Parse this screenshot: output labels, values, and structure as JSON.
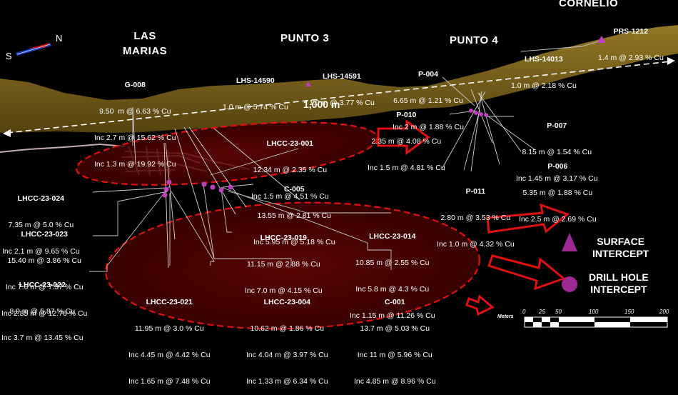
{
  "compass": {
    "south": "S",
    "north": "N"
  },
  "areas": {
    "las_marias": "LAS\nMARIAS",
    "punto3": "PUNTO 3",
    "punto4": "PUNTO 4",
    "cornelio": "CORNELIO"
  },
  "distance_label": "1,000 m",
  "holes": {
    "prs1212": {
      "id": "PRS-1212",
      "lines": [
        "1.4 m @ 2.93 % Cu"
      ]
    },
    "lhs14013": {
      "id": "LHS-14013",
      "lines": [
        "1.0 m @ 2.18 % Cu"
      ]
    },
    "lhs14590": {
      "id": "LHS-14590",
      "lines": [
        "1.0 m @ 5.74 % Cu"
      ]
    },
    "lhs14591": {
      "id": "LHS-14591",
      "lines": [
        "1.0 m @ 3.77 % Cu"
      ]
    },
    "g008": {
      "id": "G-008",
      "lines": [
        "9.50  m @ 6.63 % Cu",
        "Inc 2.7 m @ 15.62 % Cu",
        "Inc 1.3 m @ 19.92 % Cu"
      ]
    },
    "p004": {
      "id": "P-004",
      "lines": [
        "6.65 m @ 1.21 % Cu",
        "Inc 2 m @ 1.88 % Cu"
      ]
    },
    "p010": {
      "id": "P-010",
      "lines": [
        "2.35 m @ 4.08 % Cu",
        "Inc 1.5 m @ 4.81 % Cu"
      ]
    },
    "p007": {
      "id": "P-007",
      "lines": [
        "8.15 m @ 1.54 % Cu",
        "Inc 1.45 m @ 3.17 % Cu"
      ]
    },
    "p006": {
      "id": "P-006",
      "lines": [
        "5.35 m @ 1.88 % Cu",
        "Inc 2.5 m @ 2.69 % Cu"
      ]
    },
    "p011": {
      "id": "P-011",
      "lines": [
        "2.80 m @ 3.53 % Cu",
        "Inc 1.0 m @ 4.32 % Cu"
      ]
    },
    "lhcc23001": {
      "id": "LHCC-23-001",
      "lines": [
        "12.34 m @ 2.35 % Cu",
        "Inc 1.5 m @ 4.51 % Cu"
      ]
    },
    "c005": {
      "id": "C-005",
      "lines": [
        "13.55 m @ 2.81 % Cu",
        "Inc 5.95 m @ 5.18 % Cu"
      ]
    },
    "lhcc23024": {
      "id": "LHCC-23-024",
      "lines": [
        "7.35 m @ 5.0 % Cu",
        "Inc 2.1 m @ 9.65 % Cu"
      ]
    },
    "lhcc23023": {
      "id": "LHCC-23-023",
      "lines": [
        "15.40 m @ 3.86 % Cu",
        "Inc 7.6 m @ 7.37 % Cu",
        "Inc 2.85 m @ 12.76 % Cu"
      ]
    },
    "lhcc23022": {
      "id": "LHCC-23-022",
      "lines": [
        "8.9 m @ 5.87 % Cu",
        "Inc 3.7 m @ 13.45 % Cu"
      ]
    },
    "lhcc23019": {
      "id": "LHCC-23-019",
      "lines": [
        "11.15 m @ 2.88 % Cu",
        "Inc 7.0 m @ 4.15 % Cu"
      ]
    },
    "lhcc23014": {
      "id": "LHCC-23-014",
      "lines": [
        "10.85 m @ 2.55 % Cu",
        "Inc 5.8 m @ 4.3 % Cu",
        "Inc 1.15 m @ 11.26 % Cu"
      ]
    },
    "lhcc23021": {
      "id": "LHCC-23-021",
      "lines": [
        "11.95 m @ 3.0 % Cu",
        "Inc 4.45 m @ 4.42 % Cu",
        "Inc 1.65 m @ 7.48 % Cu"
      ]
    },
    "lhcc23004": {
      "id": "LHCC-23-004",
      "lines": [
        "10.62 m @ 1.86 % Cu",
        "Inc 4.04 m @ 3.97 % Cu",
        "Inc 1.33 m @ 6.34 % Cu"
      ]
    },
    "c001": {
      "id": "C-001",
      "lines": [
        "13.7 m @ 5.03 % Cu",
        "Inc 11 m @ 5.96 % Cu",
        "Inc 4.85 m @ 8.96 % Cu"
      ]
    }
  },
  "legend": {
    "surface": "SURFACE\nINTERCEPT",
    "drill": "DRILL HOLE\nINTERCEPT"
  },
  "scale": {
    "title": "Meters",
    "ticks": [
      "0",
      "25",
      "50",
      "100",
      "150",
      "200"
    ]
  },
  "colors": {
    "ore_body": "#8a6f1c",
    "intercept": "#c040c0",
    "zone_fill": "#5a0000",
    "zone_border": "#e01010",
    "arrow": "#e01010"
  }
}
